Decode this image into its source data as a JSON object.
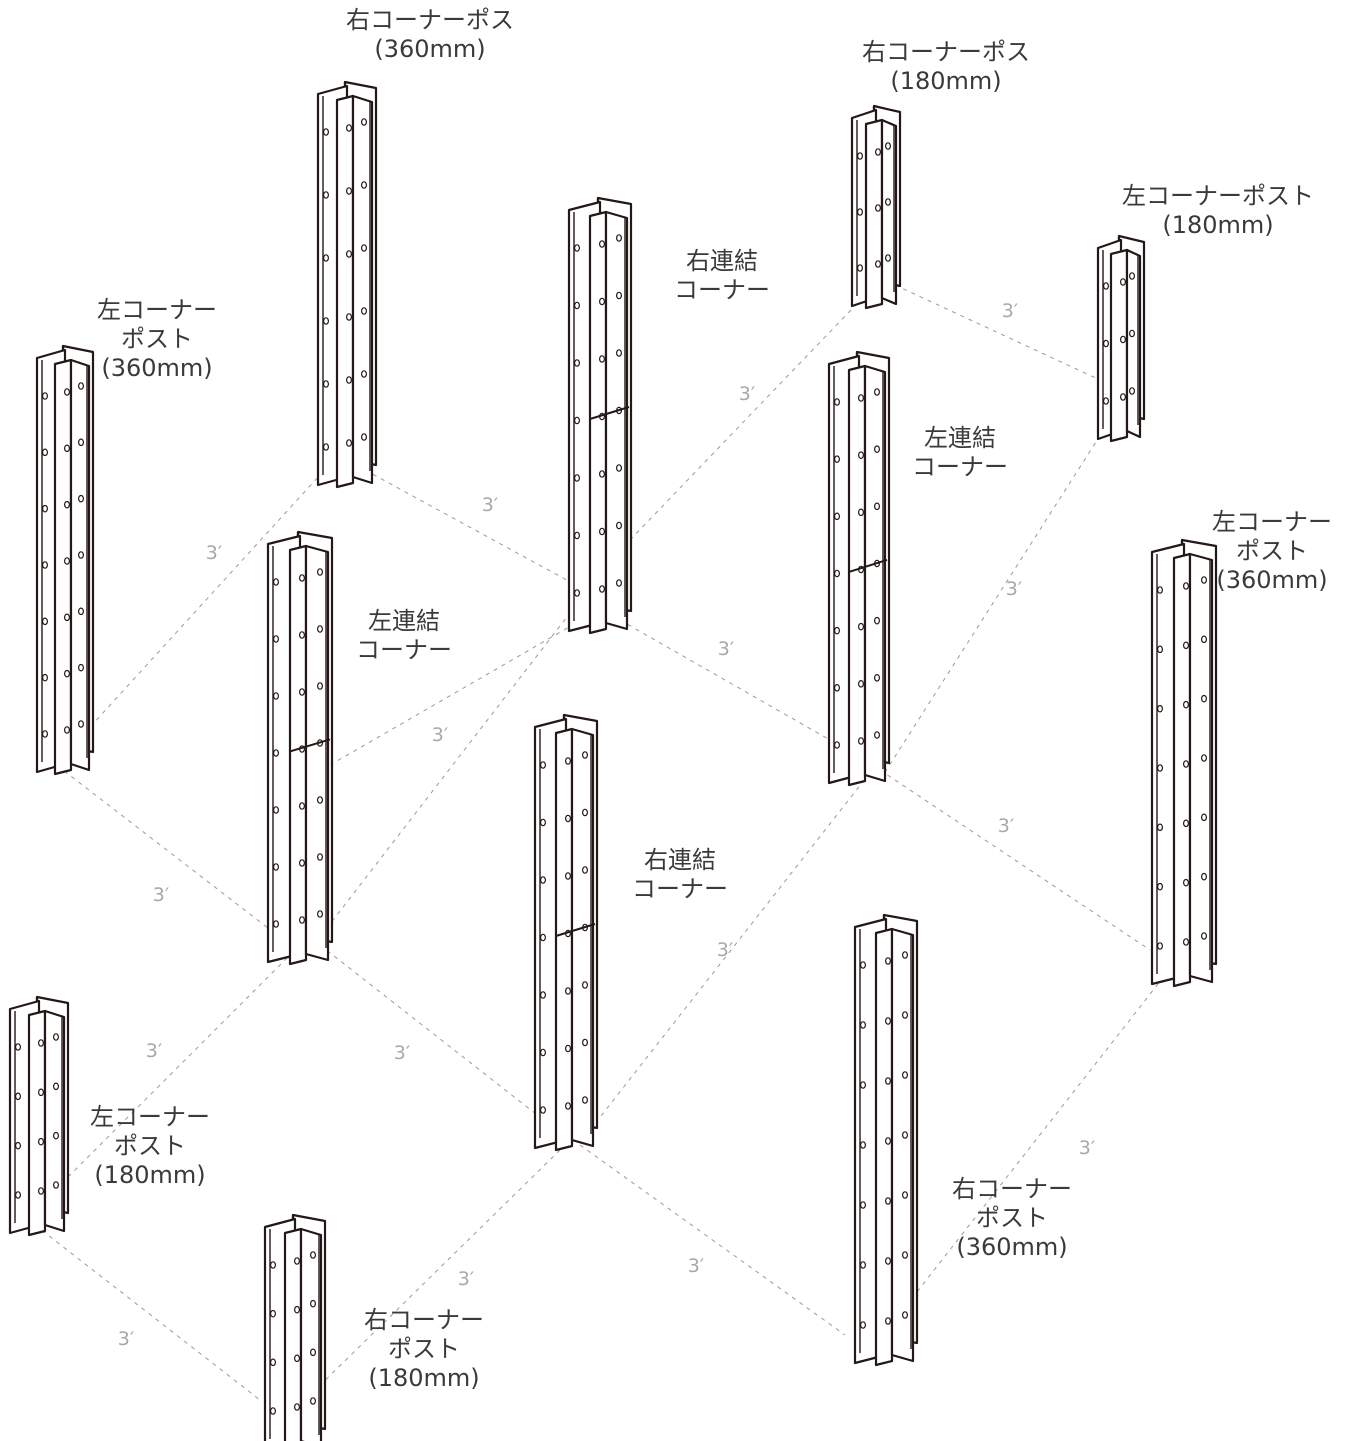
{
  "colors": {
    "outline": "#231815",
    "guide": "#9a9a9a",
    "label": "#3a3a3a",
    "dimension": "#a8a8a8"
  },
  "dimension_text": "3′",
  "labels": {
    "right_corner_360_top": [
      "右コーナーポス",
      "(360mm)"
    ],
    "right_corner_180_top": [
      "右コーナーポス",
      "(180mm)"
    ],
    "left_corner_180_top_right": [
      "左コーナーポスト",
      "(180mm)"
    ],
    "right_join_upper": [
      "右連結",
      "コーナー"
    ],
    "left_corner_360_left": [
      "左コーナー",
      "ポスト",
      "(360mm)"
    ],
    "left_join_right": [
      "左連結",
      "コーナー"
    ],
    "left_join_left": [
      "左連結",
      "コーナー"
    ],
    "left_corner_360_right": [
      "左コーナー",
      "ポスト",
      "(360mm)"
    ],
    "right_join_lower": [
      "右連結",
      "コーナー"
    ],
    "left_corner_180_bottom": [
      "左コーナー",
      "ポスト",
      "(180mm)"
    ],
    "right_corner_360_bottom": [
      "右コーナー",
      "ポスト",
      "(360mm)"
    ],
    "right_corner_180_bottom": [
      "右コーナー",
      "ポスト",
      "(180mm)"
    ]
  },
  "posts": [
    {
      "id": "post-right-corner-360-top",
      "kind": "corner",
      "label": "右コーナーポス (360mm)"
    },
    {
      "id": "post-right-corner-180-top",
      "kind": "corner",
      "label": "右コーナーポス (180mm)"
    },
    {
      "id": "post-left-corner-180-top-right",
      "kind": "corner",
      "label": "左コーナーポスト (180mm)"
    },
    {
      "id": "post-right-join-upper",
      "kind": "join",
      "label": "右連結 コーナー"
    },
    {
      "id": "post-left-corner-360-left",
      "kind": "corner",
      "label": "左コーナー ポスト (360mm)"
    },
    {
      "id": "post-left-join-right",
      "kind": "join",
      "label": "左連結 コーナー"
    },
    {
      "id": "post-left-join-left",
      "kind": "join",
      "label": "左連結 コーナー"
    },
    {
      "id": "post-left-corner-360-right",
      "kind": "corner",
      "label": "左コーナー ポスト (360mm)"
    },
    {
      "id": "post-right-join-lower",
      "kind": "join",
      "label": "右連結 コーナー"
    },
    {
      "id": "post-left-corner-180-bottom",
      "kind": "corner",
      "label": "左コーナー ポスト (180mm)"
    },
    {
      "id": "post-right-corner-360-bottom",
      "kind": "corner",
      "label": "右コーナー ポスト (360mm)"
    },
    {
      "id": "post-right-corner-180-bottom",
      "kind": "corner",
      "label": "右コーナー ポスト (180mm)"
    }
  ]
}
